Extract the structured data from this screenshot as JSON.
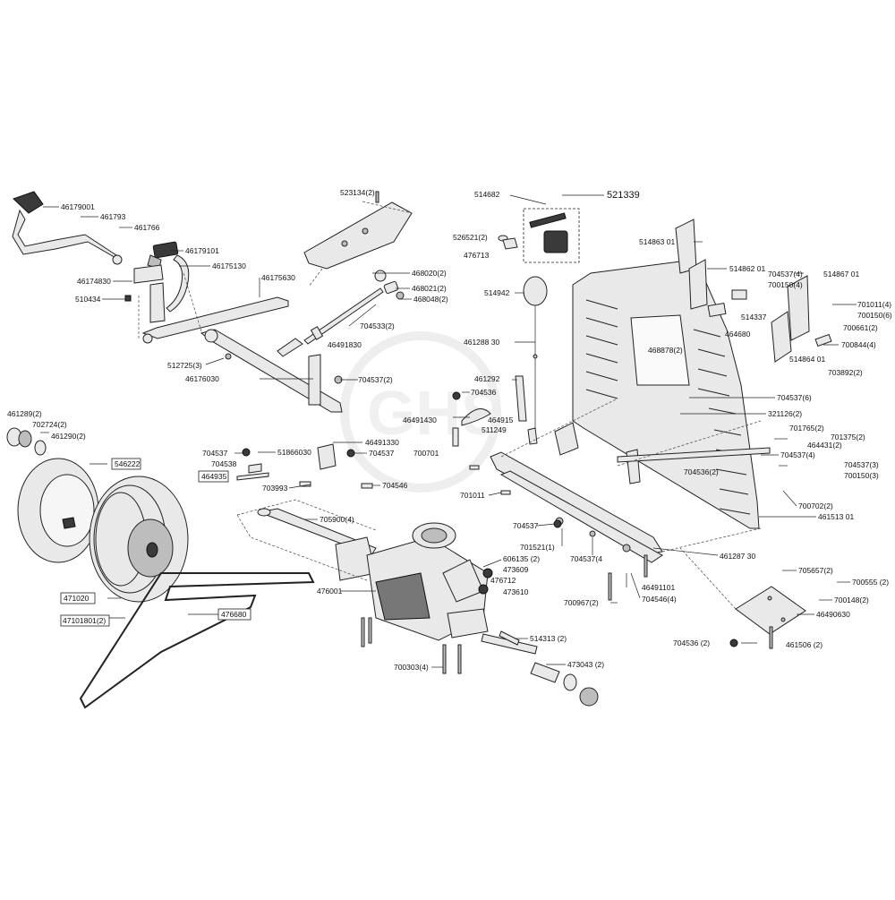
{
  "watermark": "GHS",
  "labels": [
    {
      "id": "l1",
      "text": "46179001"
    },
    {
      "id": "l2",
      "text": "461793"
    },
    {
      "id": "l3",
      "text": "461766"
    },
    {
      "id": "l4",
      "text": "46179101"
    },
    {
      "id": "l5",
      "text": "46175130"
    },
    {
      "id": "l6",
      "text": "46174830"
    },
    {
      "id": "l7",
      "text": "510434"
    },
    {
      "id": "l8",
      "text": "46175630"
    },
    {
      "id": "l9",
      "text": "512725(3)"
    },
    {
      "id": "l10",
      "text": "46176030"
    },
    {
      "id": "l11",
      "text": "523134(2)"
    },
    {
      "id": "l12",
      "text": "468020(2)"
    },
    {
      "id": "l13",
      "text": "468021(2)"
    },
    {
      "id": "l14",
      "text": "468048(2)"
    },
    {
      "id": "l15",
      "text": "704533(2)"
    },
    {
      "id": "l16",
      "text": "46491830"
    },
    {
      "id": "l17",
      "text": "704537(2)"
    },
    {
      "id": "l18",
      "text": "514682"
    },
    {
      "id": "l19",
      "text": "521339"
    },
    {
      "id": "l20",
      "text": "526521(2)"
    },
    {
      "id": "l21",
      "text": "476713"
    },
    {
      "id": "l22",
      "text": "514942"
    },
    {
      "id": "l23",
      "text": "461288 30"
    },
    {
      "id": "l24",
      "text": "461292"
    },
    {
      "id": "l25",
      "text": "704536"
    },
    {
      "id": "l26",
      "text": "46491430"
    },
    {
      "id": "l27",
      "text": "464915"
    },
    {
      "id": "l28",
      "text": "511249"
    },
    {
      "id": "l29",
      "text": "700701"
    },
    {
      "id": "l30",
      "text": "514863 01"
    },
    {
      "id": "l31",
      "text": "514862 01"
    },
    {
      "id": "l32",
      "text": "704537(4)"
    },
    {
      "id": "l33",
      "text": "514867 01"
    },
    {
      "id": "l34",
      "text": "700150(4)"
    },
    {
      "id": "l35",
      "text": "701011(4)"
    },
    {
      "id": "l36",
      "text": "700150(6)"
    },
    {
      "id": "l37",
      "text": "514337"
    },
    {
      "id": "l38",
      "text": "700661(2)"
    },
    {
      "id": "l39",
      "text": "464680"
    },
    {
      "id": "l40",
      "text": "700844(4)"
    },
    {
      "id": "l41",
      "text": "514864 01"
    },
    {
      "id": "l42",
      "text": "703892(2)"
    },
    {
      "id": "l43",
      "text": "468878(2)"
    },
    {
      "id": "l44",
      "text": "704537(6)"
    },
    {
      "id": "l45",
      "text": "321126(2)"
    },
    {
      "id": "l46",
      "text": "701765(2)"
    },
    {
      "id": "l47",
      "text": "701375(2)"
    },
    {
      "id": "l48",
      "text": "464431(2)"
    },
    {
      "id": "l49",
      "text": "704537(4)"
    },
    {
      "id": "l50",
      "text": "704536(2)"
    },
    {
      "id": "l51",
      "text": "704537(3)"
    },
    {
      "id": "l52",
      "text": "700150(3)"
    },
    {
      "id": "l53",
      "text": "700702(2)"
    },
    {
      "id": "l54",
      "text": "461513 01"
    },
    {
      "id": "l55",
      "text": "461289(2)"
    },
    {
      "id": "l56",
      "text": "702724(2)"
    },
    {
      "id": "l57",
      "text": "461290(2)"
    },
    {
      "id": "l58",
      "text": "546222"
    },
    {
      "id": "l59",
      "text": "704537"
    },
    {
      "id": "l60",
      "text": "704538"
    },
    {
      "id": "l61",
      "text": "464935"
    },
    {
      "id": "l62",
      "text": "51866030"
    },
    {
      "id": "l63",
      "text": "46491330"
    },
    {
      "id": "l64",
      "text": "704537"
    },
    {
      "id": "l65",
      "text": "703993"
    },
    {
      "id": "l66",
      "text": "704546"
    },
    {
      "id": "l67",
      "text": "701011"
    },
    {
      "id": "l68",
      "text": "704537"
    },
    {
      "id": "l69",
      "text": "705900(4)"
    },
    {
      "id": "l70",
      "text": "701521(1)"
    },
    {
      "id": "l71",
      "text": "704537(4"
    },
    {
      "id": "l72",
      "text": "461287 30"
    },
    {
      "id": "l73",
      "text": "606135 (2)"
    },
    {
      "id": "l74",
      "text": "473609"
    },
    {
      "id": "l75",
      "text": "476712"
    },
    {
      "id": "l76",
      "text": "473610"
    },
    {
      "id": "l77",
      "text": "476001"
    },
    {
      "id": "l78",
      "text": "46491101"
    },
    {
      "id": "l79",
      "text": "704546(4)"
    },
    {
      "id": "l80",
      "text": "700967(2)"
    },
    {
      "id": "l81",
      "text": "705657(2)"
    },
    {
      "id": "l82",
      "text": "700555 (2)"
    },
    {
      "id": "l83",
      "text": "700148(2)"
    },
    {
      "id": "l84",
      "text": "46490630"
    },
    {
      "id": "l85",
      "text": "704536 (2)"
    },
    {
      "id": "l86",
      "text": "461506 (2)"
    },
    {
      "id": "l87",
      "text": "471020"
    },
    {
      "id": "l88",
      "text": "47101801(2)"
    },
    {
      "id": "l89",
      "text": "476680"
    },
    {
      "id": "l90",
      "text": "514313 (2)"
    },
    {
      "id": "l91",
      "text": "700303(4)"
    },
    {
      "id": "l92",
      "text": "473043 (2)"
    }
  ]
}
